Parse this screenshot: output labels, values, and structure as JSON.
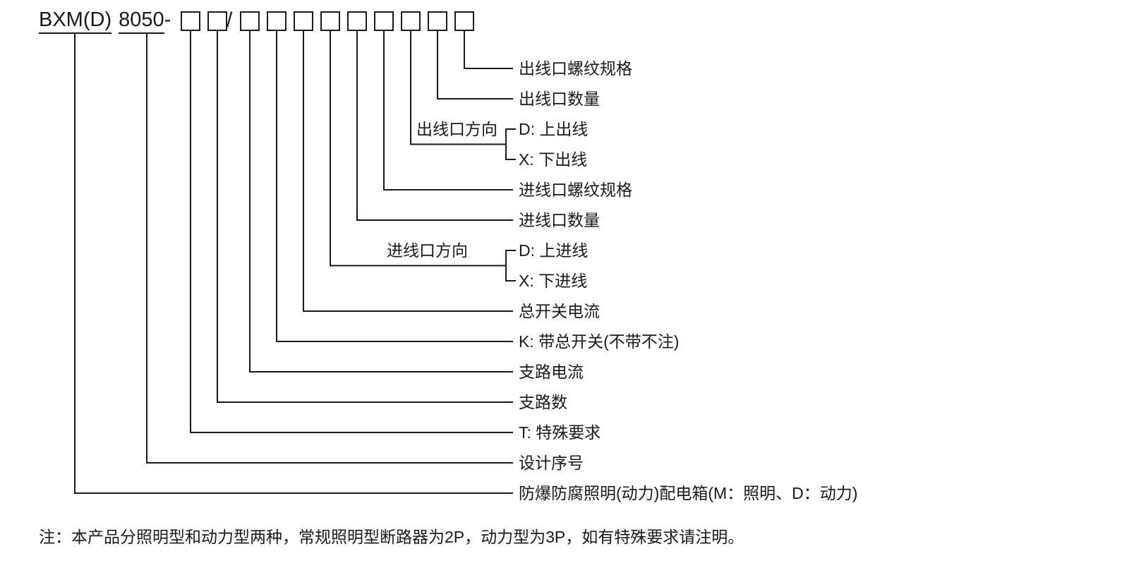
{
  "model": {
    "prefix": "BXM(D)",
    "series": "8050",
    "dash": "-",
    "slash": "/",
    "box_count": 11
  },
  "callouts": {
    "outlet_thread_spec": "出线口螺纹规格",
    "outlet_count": "出线口数量",
    "outlet_direction": "出线口方向",
    "outlet_direction_up": "D: 上出线",
    "outlet_direction_down": "X: 下出线",
    "inlet_thread_spec": "进线口螺纹规格",
    "inlet_count": "进线口数量",
    "inlet_direction": "进线口方向",
    "inlet_direction_up": "D: 上进线",
    "inlet_direction_down": "X: 下进线",
    "main_switch_current": "总开关电流",
    "main_switch": "K: 带总开关(不带不注)",
    "branch_current": "支路电流",
    "branch_count": "支路数",
    "special_requirement": "T: 特殊要求",
    "design_serial": "设计序号",
    "product_name": "防爆防腐照明(动力)配电箱(M：照明、D：动力)"
  },
  "note": "注：本产品分照明型和动力型两种，常规照明型断路器为2P，动力型为3P，如有特殊要求请注明。",
  "colors": {
    "line": "#1a1a1a",
    "text": "#1a1a1a",
    "background": "#ffffff"
  }
}
